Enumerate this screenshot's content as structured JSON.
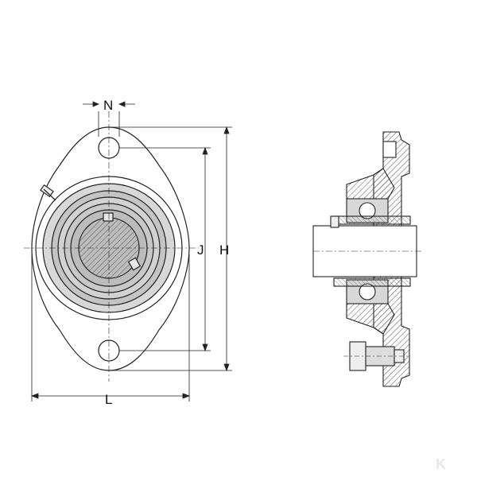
{
  "diagram": {
    "dimension_labels": {
      "n": "N",
      "j": "J",
      "h": "H",
      "l": "L"
    },
    "colors": {
      "line": "#222222",
      "hatch": "#555555",
      "fill_dark": "#b8b8b8",
      "fill_mid": "#d4d4d4",
      "watermark": "#e4e4e4"
    },
    "watermark": "K"
  }
}
